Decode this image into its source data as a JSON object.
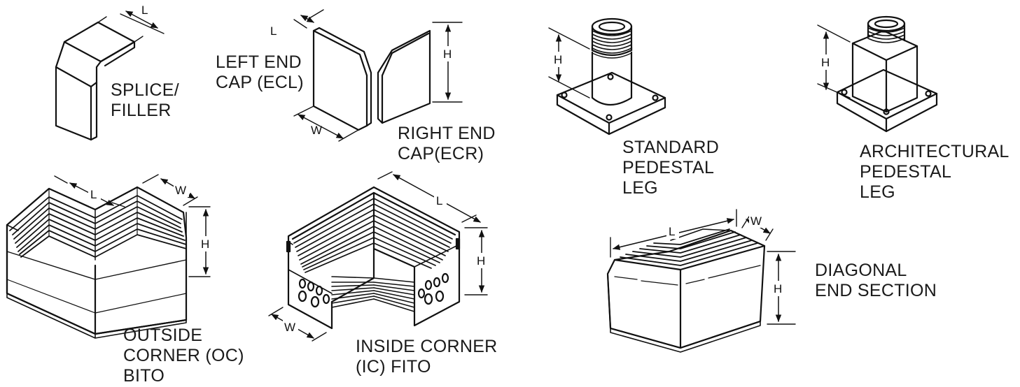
{
  "labels": {
    "splice": [
      "SPLICE/",
      "FILLER"
    ],
    "ecl": [
      "LEFT END",
      "CAP (ECL)"
    ],
    "ecr": [
      "RIGHT END",
      "CAP(ECR)"
    ],
    "standard_leg": [
      "STANDARD",
      "PEDESTAL",
      "LEG"
    ],
    "architectural_leg": [
      "ARCHITECTURAL",
      "PEDESTAL",
      "LEG"
    ],
    "outside_corner": [
      "OUTSIDE",
      "CORNER (OC)",
      "BITO"
    ],
    "inside_corner": [
      "INSIDE CORNER",
      "(IC) FITO"
    ],
    "diagonal_end": [
      "DIAGONAL",
      "END SECTION"
    ]
  },
  "dims": {
    "length": "L",
    "width": "W",
    "height": "H"
  }
}
